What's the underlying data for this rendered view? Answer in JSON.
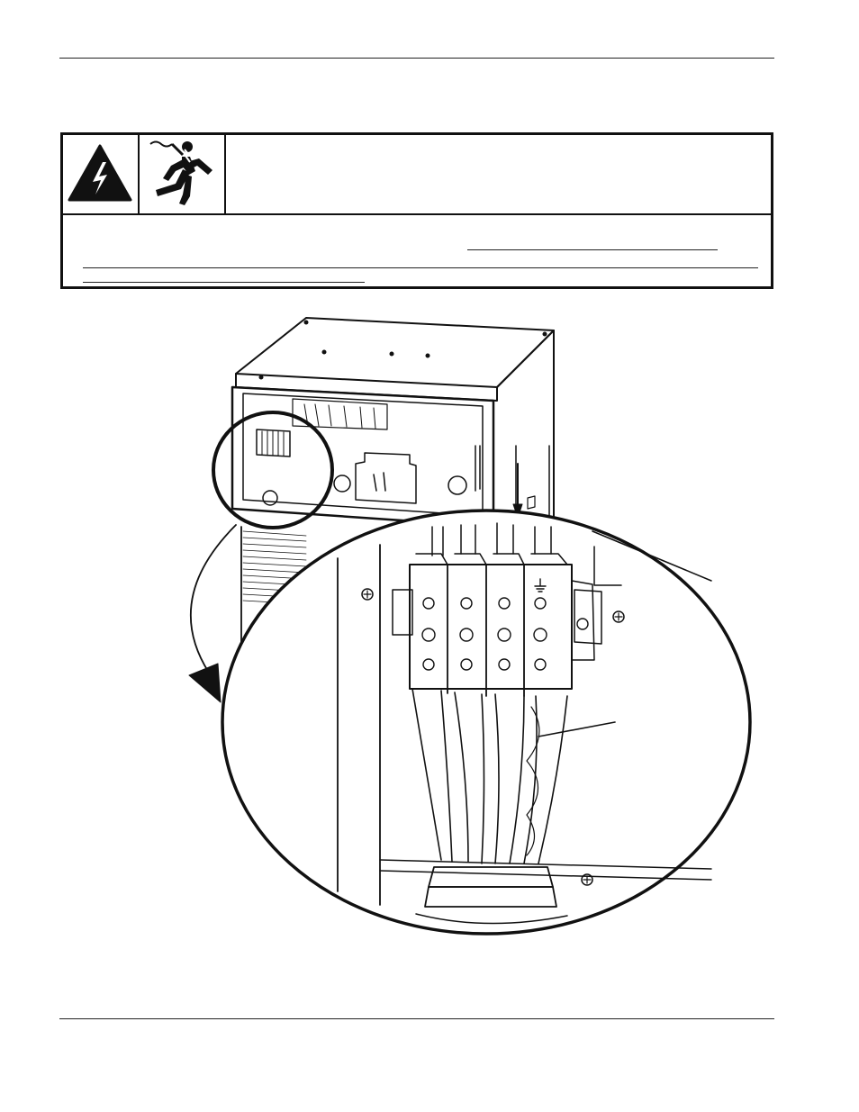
{
  "page": {
    "header_rule": "top",
    "footer_rule": "bottom"
  },
  "warning": {
    "icons": [
      "high-voltage-triangle-icon",
      "electric-shock-icon"
    ],
    "heading": "",
    "body": ""
  },
  "figure": {
    "subject": "power-cable-terminal-block"
  }
}
